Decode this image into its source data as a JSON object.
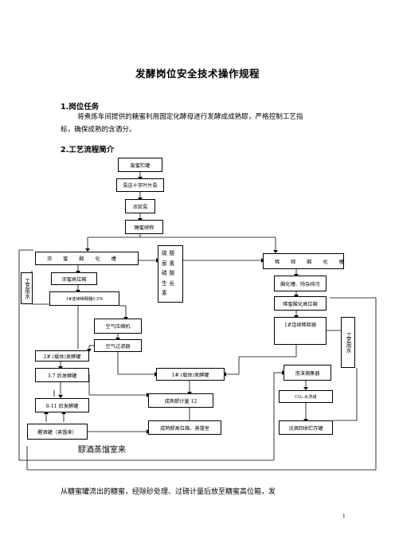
{
  "title": "发酵岗位安全技术操作规程",
  "section1": {
    "heading": "1.岗位任务",
    "line1": "将煮炼车间提供的糖蜜利用固定化酵母进行发酵成成熟醪，严格控制工艺指",
    "line2": "标，确保成熟的含酒分。"
  },
  "section2": {
    "heading": "2.工艺流程简介"
  },
  "flow": {
    "tank": "废蜜贮罐",
    "pump": "泵送十字叶片泵",
    "thick_pump": "浓浆泵",
    "weigh": "糖蜜磅称",
    "thick_acid": "浓    蜜    酸    化    槽",
    "acid_box": "硫酸尿素磷酸生长素",
    "dilute_acid": "稀    释    酸    化    槽",
    "process_water_left": "工艺用水",
    "process_water_right": "工艺用水",
    "thick_high": "浓蜜高位箱",
    "continuous_left": "1#连续稀释器0.5%",
    "acidify": "酸化槽、除杂排污",
    "dilute_high": "稀蜜酸化高位箱",
    "continuous_right": "1#连续稀释器",
    "air_comp": "空气压缩机",
    "air_filter": "空气过滤器",
    "carrier2": "2# (载体)发酵罐",
    "ferm37": "3-7 后发酵罐",
    "carrier1": "1# (载体)发酵罐",
    "foam": "泡沫捕集器",
    "ferm811": "8-11 后发酵罐",
    "mash_meter": "成熟醪计量 12",
    "co2": "CO₂ 水洗塔",
    "mash_tank": "醒酒罐（蒸馏来）",
    "high_tank": "成熟醪高位箱、蒸馏室",
    "recover": "淡酒回收贮存罐",
    "distill_label": "醪酒蒸馏室来"
  },
  "footer_line": "从糖蜜罐流出的糖蜜，经除砂处理、过磅计量后放至糖蜜高位箱，发",
  "page_number": "1"
}
